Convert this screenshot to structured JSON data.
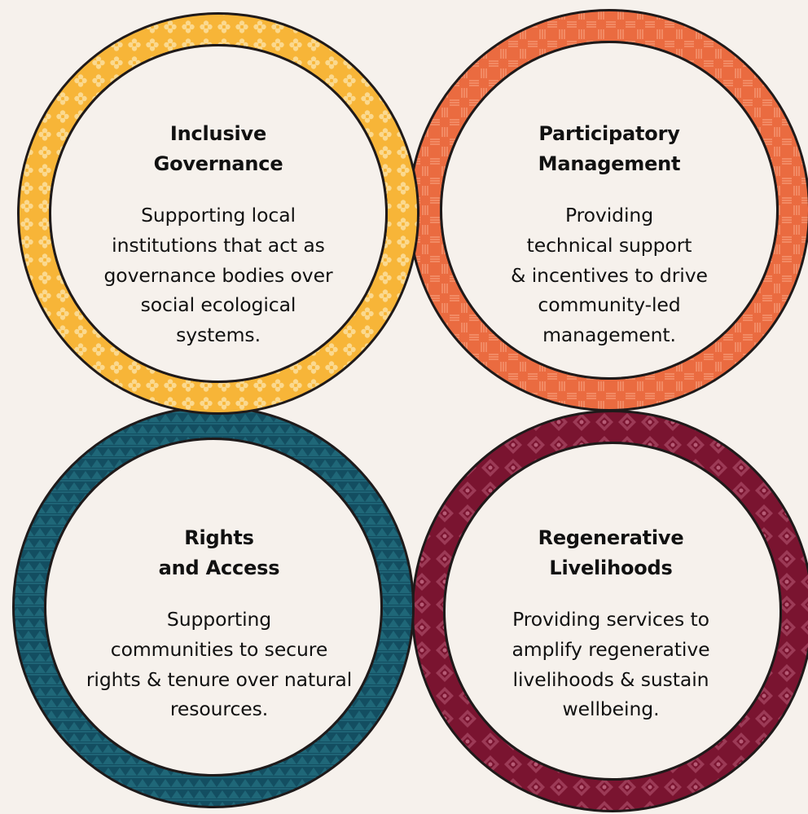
{
  "colors": {
    "background": "#f6f1ec",
    "governance_ring": "#f7b538",
    "management_ring": "#ea6b40",
    "rights_ring": "#134e61",
    "livelihoods_ring": "#7a1430",
    "outline": "#1f1a1a"
  },
  "quadrants": {
    "governance": {
      "title": [
        "Inclusive",
        "Governance"
      ],
      "body": [
        "Supporting local",
        "institutions that act as",
        "governance bodies over",
        "social ecological",
        "systems."
      ]
    },
    "management": {
      "title": [
        "Participatory",
        "Management"
      ],
      "body": [
        "Providing",
        "technical support",
        "& incentives to drive",
        "community-led",
        "management."
      ]
    },
    "rights": {
      "title": [
        "Rights",
        "and Access"
      ],
      "body": [
        "Supporting",
        "communities to secure",
        "rights & tenure over natural",
        "resources."
      ]
    },
    "livelihoods": {
      "title": [
        "Regenerative",
        "Livelihoods"
      ],
      "body": [
        "Providing services to",
        "amplify regenerative",
        "livelihoods & sustain",
        "wellbeing."
      ]
    }
  }
}
